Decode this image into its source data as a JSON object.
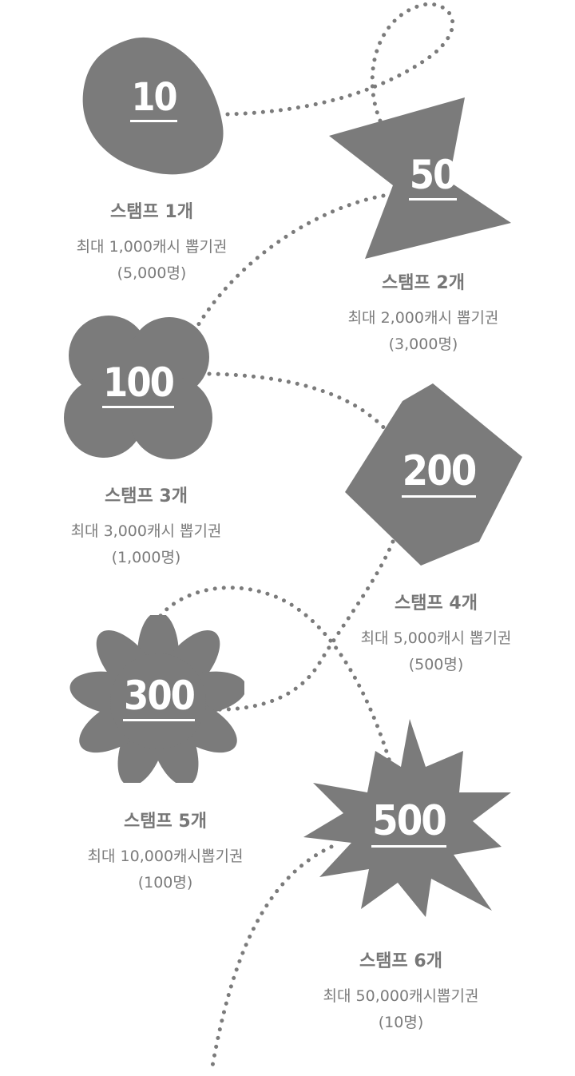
{
  "colors": {
    "shape": "#7b7b7b",
    "text": "#7b7b7b",
    "dots": "#7b7b7b"
  },
  "stamps": [
    {
      "shape": "blob-icon",
      "number": "10",
      "title": "스탬프 1개",
      "prize": "최대 1,000캐시 뽑기권",
      "winners": "(5,000명)"
    },
    {
      "shape": "bowtie-icon",
      "number": "50",
      "title": "스탬프 2개",
      "prize": "최대 2,000캐시 뽑기권",
      "winners": "(3,000명)"
    },
    {
      "shape": "cloud-icon",
      "number": "100",
      "title": "스탬프 3개",
      "prize": "최대 3,000캐시 뽑기권",
      "winners": "(1,000명)"
    },
    {
      "shape": "hexagon-icon",
      "number": "200",
      "title": "스탬프 4개",
      "prize": "최대 5,000캐시 뽑기권",
      "winners": "(500명)"
    },
    {
      "shape": "flower-icon",
      "number": "300",
      "title": "스탬프 5개",
      "prize": "최대 10,000캐시뽑기권",
      "winners": "(100명)"
    },
    {
      "shape": "starburst-icon",
      "number": "500",
      "title": "스탬프 6개",
      "prize": "최대 50,000캐시뽑기권",
      "winners": "(10명)"
    }
  ]
}
